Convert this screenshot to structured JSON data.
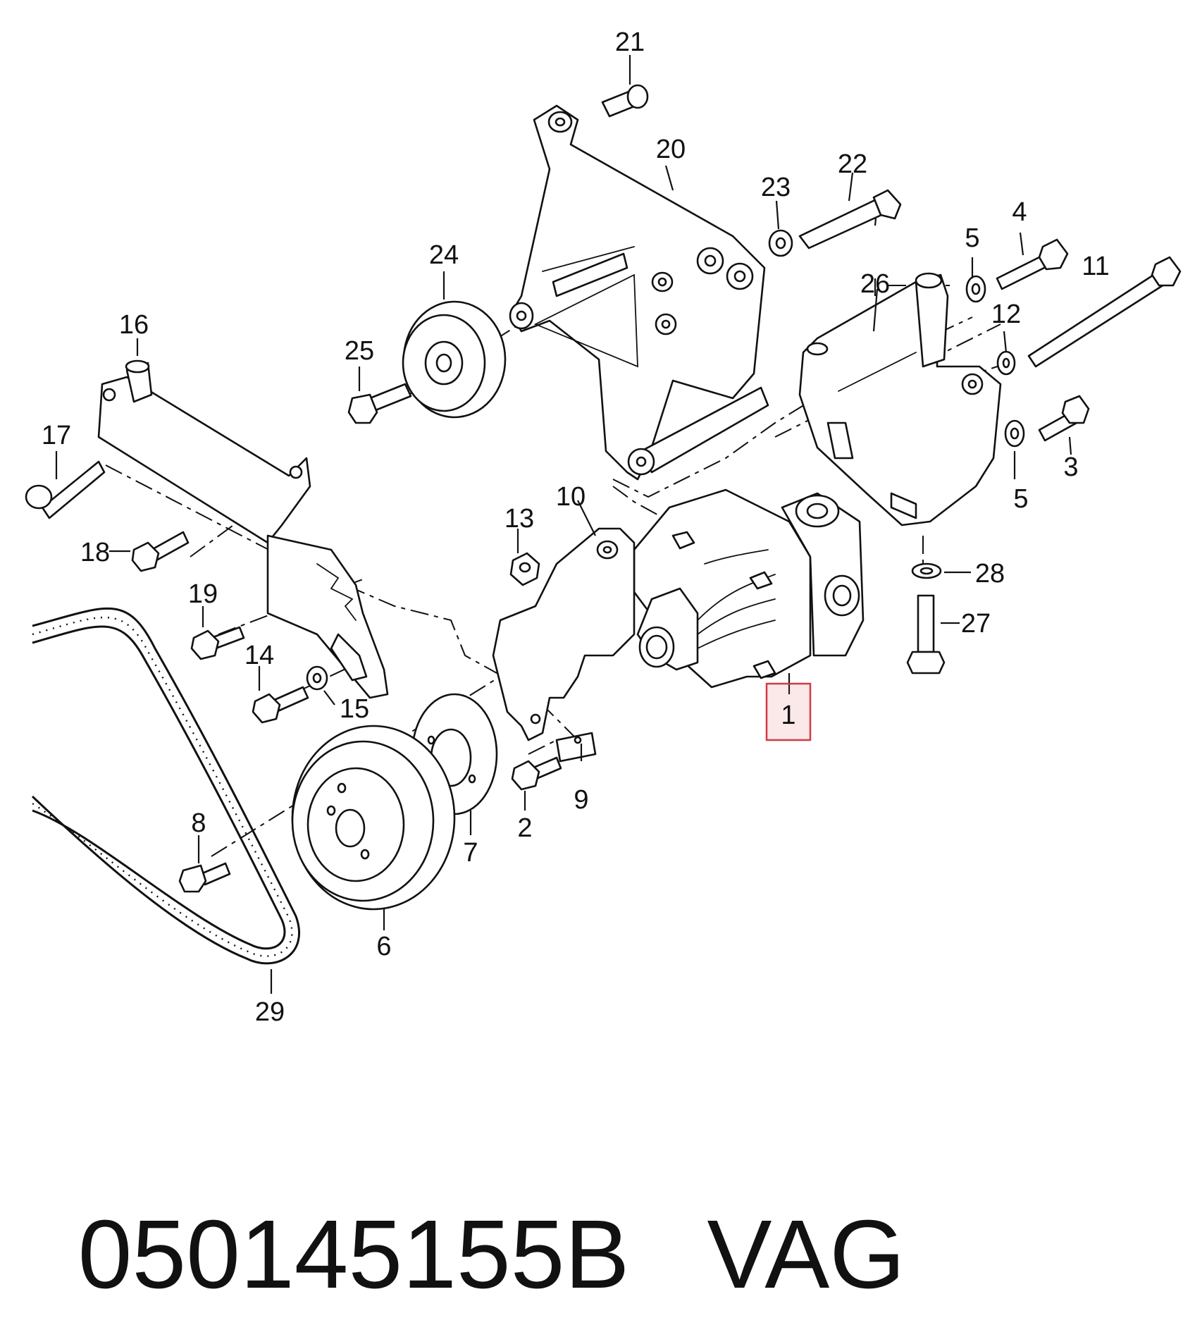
{
  "diagram": {
    "callouts": [
      "1",
      "2",
      "3",
      "4",
      "5",
      "5",
      "6",
      "7",
      "8",
      "9",
      "10",
      "11",
      "12",
      "13",
      "14",
      "15",
      "16",
      "17",
      "18",
      "19",
      "20",
      "21",
      "22",
      "23",
      "24",
      "25",
      "26",
      "27",
      "28",
      "29"
    ],
    "highlighted_callout": "1",
    "highlight_color": "#d33a44"
  },
  "caption": {
    "part_number": "050145155B",
    "brand": "VAG"
  }
}
